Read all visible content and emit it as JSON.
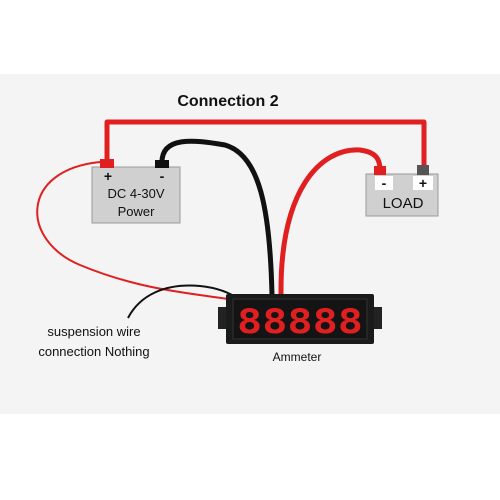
{
  "title": "Connection 2",
  "power_supply": {
    "line1": "DC 4-30V",
    "line2": "Power",
    "plus": "+",
    "minus": "-"
  },
  "load": {
    "label": "LOAD",
    "minus": "-",
    "plus": "+"
  },
  "ammeter": {
    "label": "Ammeter",
    "display": "88888"
  },
  "note": {
    "line1": "suspension wire",
    "line2": "connection Nothing"
  },
  "colors": {
    "wire_red": "#e02020",
    "wire_black": "#111111",
    "display_red": "#e02020",
    "box_gray": "#d0d0d0"
  }
}
